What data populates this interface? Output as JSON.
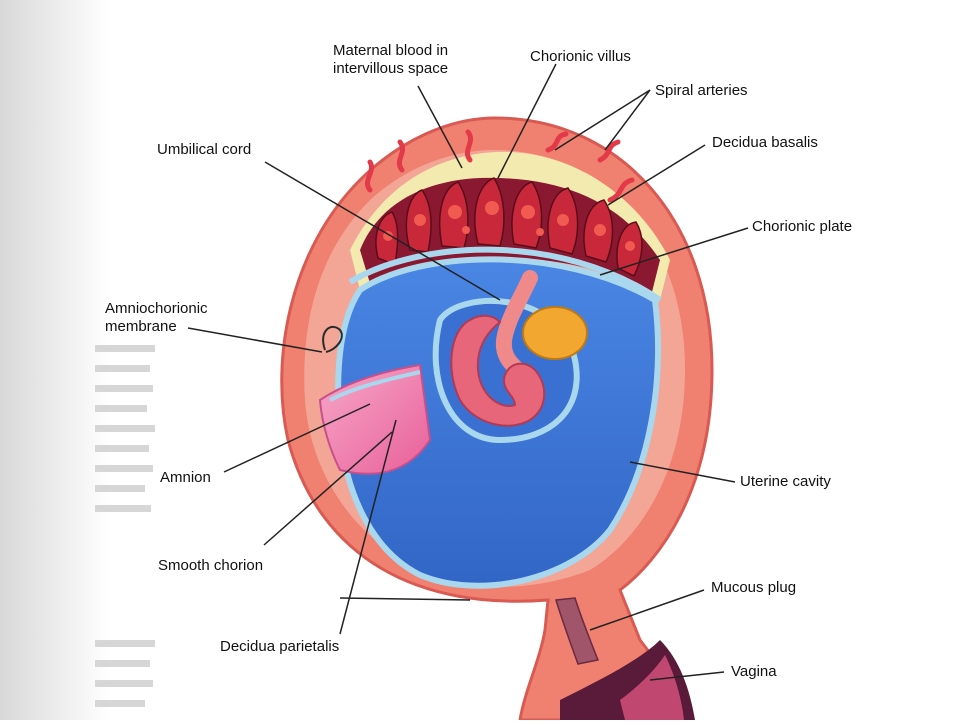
{
  "colors": {
    "uterus_wall": "#f08070",
    "uterus_wall_edge": "#d85a52",
    "decidua": "#f6c2a8",
    "yellow_layer": "#f3eab0",
    "placenta_dark": "#8a1830",
    "placenta_red": "#c8283a",
    "maternal_blood": "#f05a50",
    "cavity_blue": "#3f78d8",
    "cavity_blue_dark": "#2a58b0",
    "membrane_light": "#a9d8ee",
    "embryo": "#e8667a",
    "yolk_sac": "#f2a830",
    "amnion_pink": "#f07aa8",
    "vagina_dark": "#5a1a3a",
    "leader": "#222222"
  },
  "labels": {
    "maternal_blood": "Maternal blood in intervillous space",
    "chorionic_villus": "Chorionic villus",
    "spiral_arteries": "Spiral arteries",
    "decidua_basalis": "Decidua basalis",
    "umbilical_cord": "Umbilical cord",
    "chorionic_plate": "Chorionic plate",
    "amniochorionic_membrane": "Amniochorionic membrane",
    "amnion": "Amnion",
    "uterine_cavity": "Uterine cavity",
    "smooth_chorion": "Smooth chorion",
    "mucous_plug": "Mucous plug",
    "decidua_parietalis": "Decidua parietalis",
    "vagina": "Vagina"
  }
}
